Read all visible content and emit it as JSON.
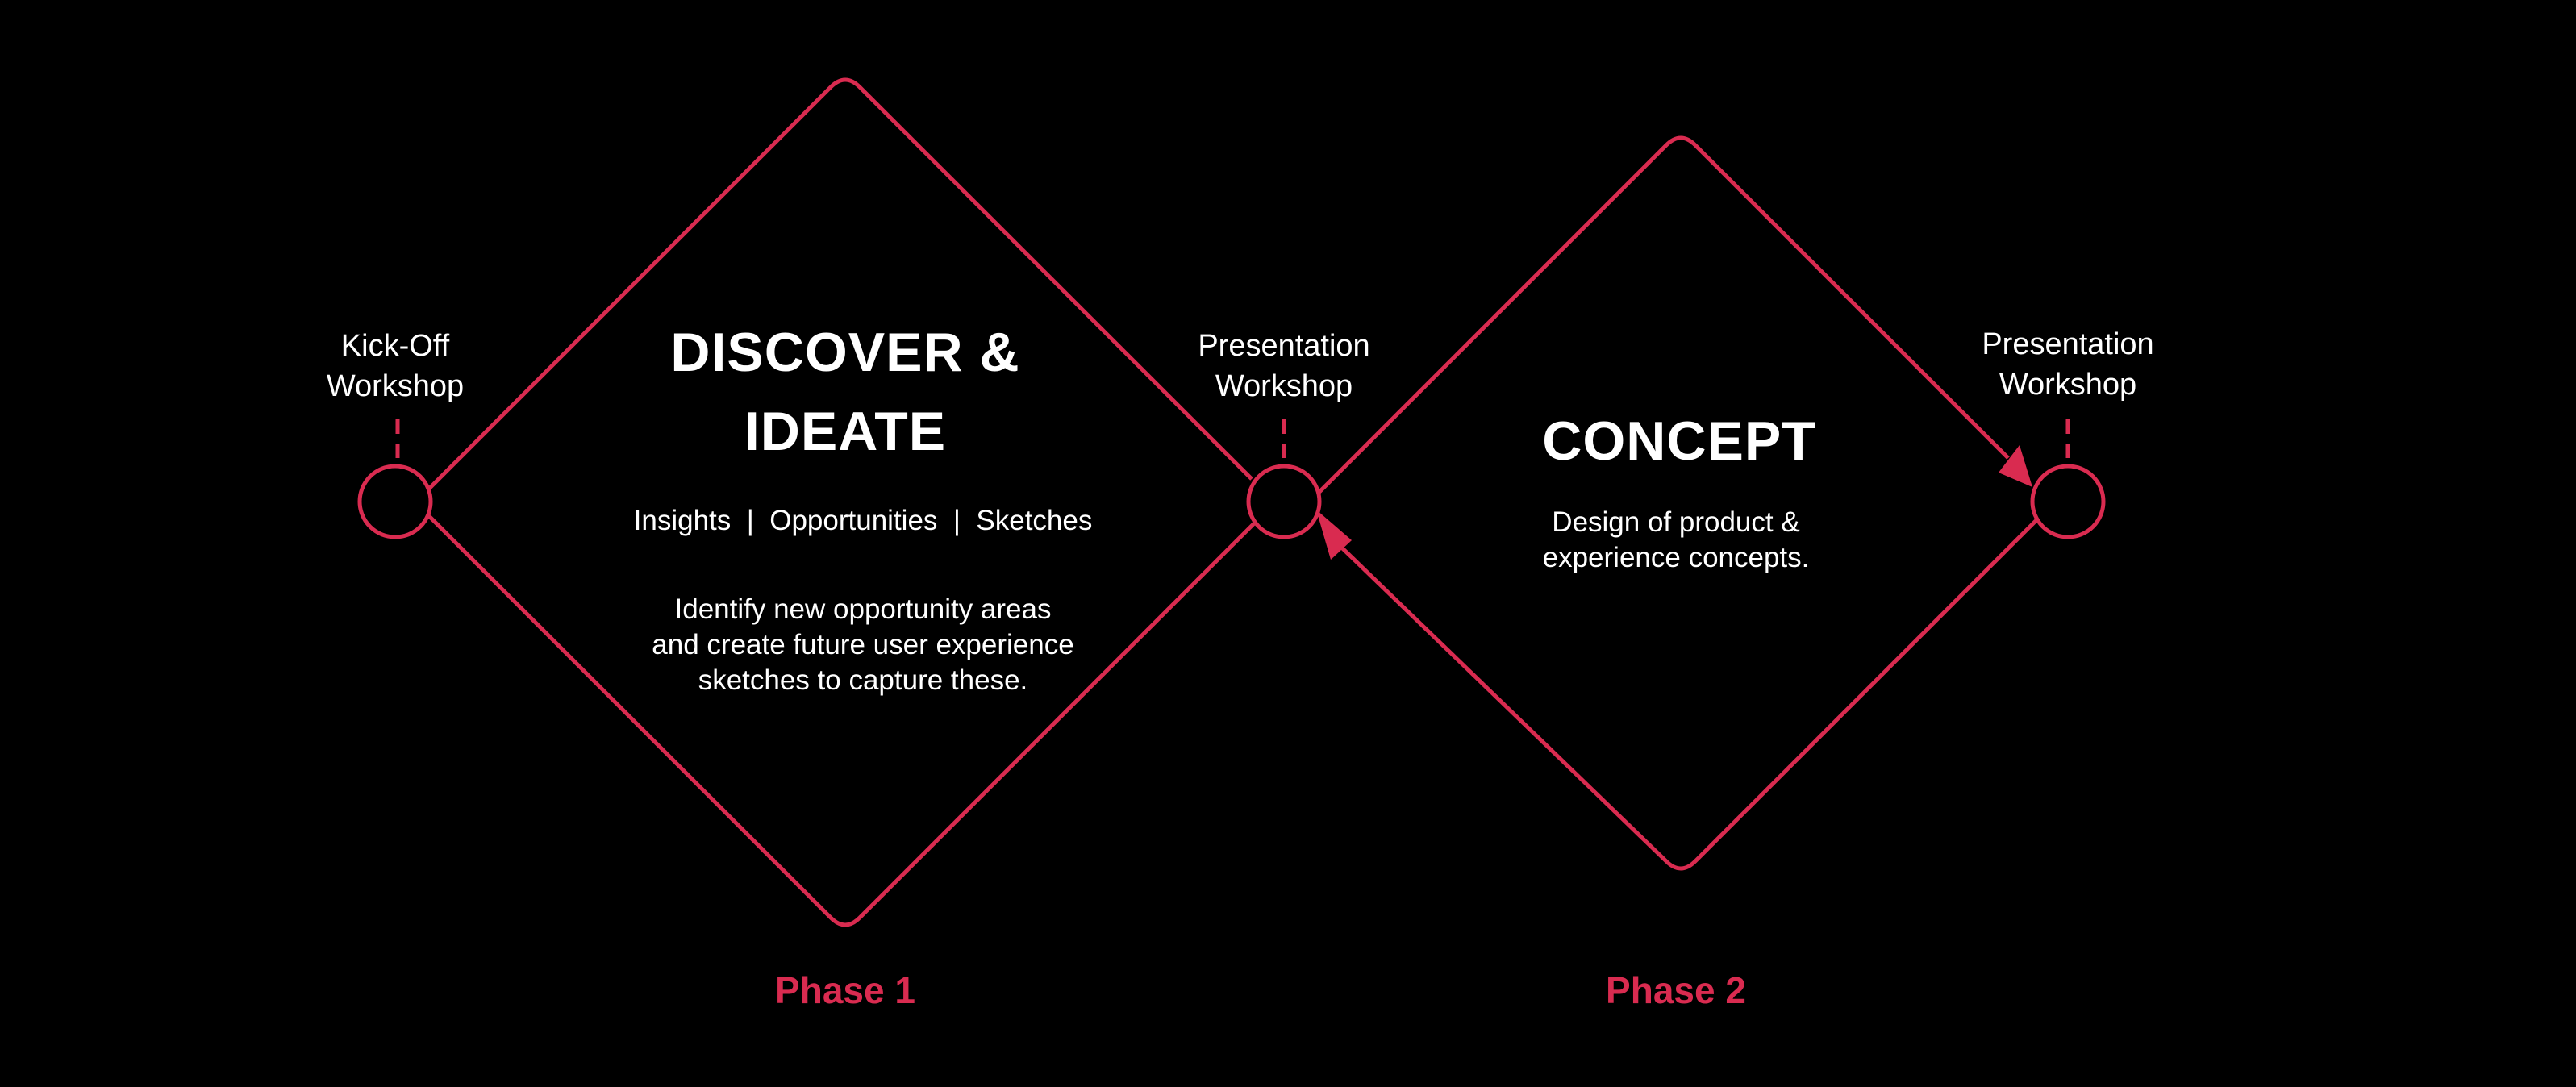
{
  "colors": {
    "background": "#000000",
    "accent": "#d92b50",
    "text": "#ffffff"
  },
  "milestones": {
    "kickoff": "Kick-Off\nWorkshop",
    "presentation_1": "Presentation\nWorkshop",
    "presentation_2": "Presentation\nWorkshop"
  },
  "phase1": {
    "title": "DISCOVER &\nIDEATE",
    "subtitle": "Insights  |  Opportunities  |  Sketches",
    "description": "Identify new opportunity areas\nand create future user experience\nsketches to capture these.",
    "label": "Phase 1"
  },
  "phase2": {
    "title": "CONCEPT",
    "description": "Design of product &\nexperience concepts.",
    "label": "Phase 2"
  }
}
